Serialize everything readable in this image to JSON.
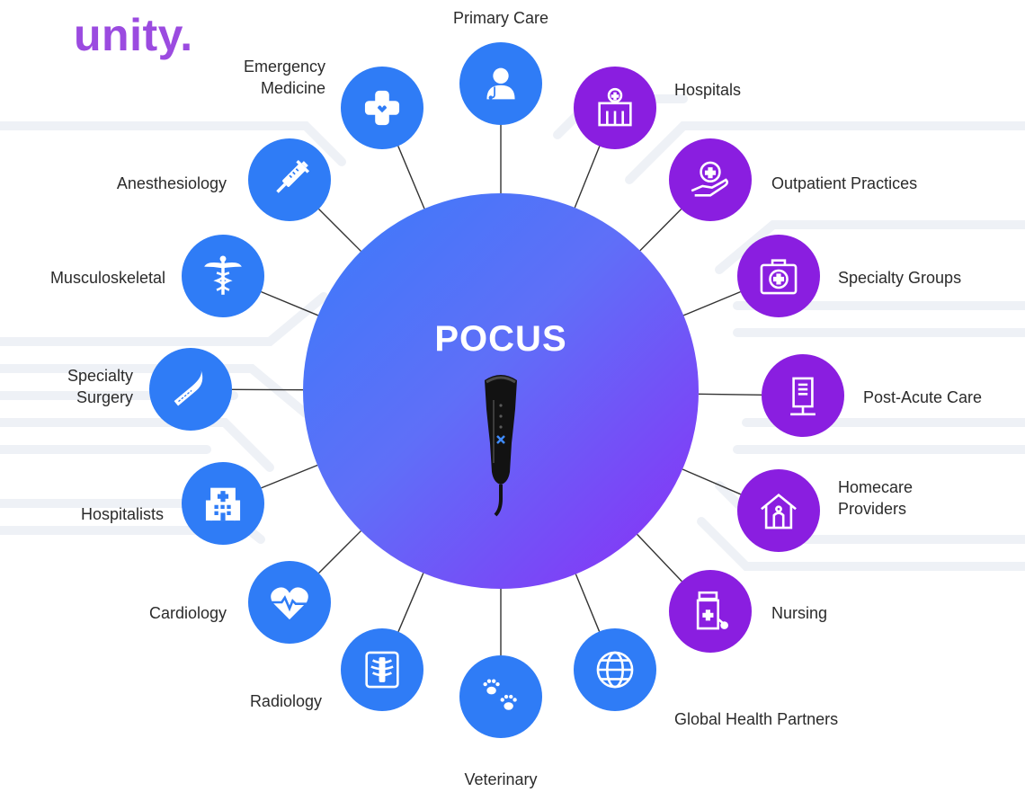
{
  "headline": "unity.",
  "hub": {
    "title": "POCUS",
    "device_icon": "ultrasound-probe-icon"
  },
  "colors": {
    "headline": "#9b4be0",
    "blue": "#2f7cf6",
    "purple": "#8a1ee0",
    "hub_gradient_start": "#3a7bfa",
    "hub_gradient_end": "#8b2ef6",
    "connector": "#333333",
    "label": "#2b2b2b"
  },
  "specialties": [
    {
      "id": "primary-care",
      "label": "Primary Care",
      "icon": "doctor-icon",
      "color": "blue"
    },
    {
      "id": "emergency-medicine",
      "label": "Emergency\nMedicine",
      "icon": "medical-cross-icon",
      "color": "blue"
    },
    {
      "id": "anesthesiology",
      "label": "Anesthesiology",
      "icon": "syringe-icon",
      "color": "blue"
    },
    {
      "id": "musculoskeletal",
      "label": "Musculoskeletal",
      "icon": "caduceus-icon",
      "color": "blue"
    },
    {
      "id": "specialty-surgery",
      "label": "Specialty\nSurgery",
      "icon": "scalpel-icon",
      "color": "blue"
    },
    {
      "id": "hospitalists",
      "label": "Hospitalists",
      "icon": "hospital-building-icon",
      "color": "blue"
    },
    {
      "id": "cardiology",
      "label": "Cardiology",
      "icon": "heart-pulse-icon",
      "color": "blue"
    },
    {
      "id": "radiology",
      "label": "Radiology",
      "icon": "xray-spine-icon",
      "color": "blue"
    },
    {
      "id": "veterinary",
      "label": "Veterinary",
      "icon": "paw-prints-icon",
      "color": "blue"
    }
  ],
  "partners": [
    {
      "id": "hospitals",
      "label": "Hospitals",
      "icon": "hospital-icon",
      "color": "purple"
    },
    {
      "id": "outpatient-practices",
      "label": "Outpatient Practices",
      "icon": "hand-cross-icon",
      "color": "purple"
    },
    {
      "id": "specialty-groups",
      "label": "Specialty Groups",
      "icon": "medical-kit-icon",
      "color": "purple"
    },
    {
      "id": "post-acute-care",
      "label": "Post-Acute Care",
      "icon": "iv-bag-icon",
      "color": "purple"
    },
    {
      "id": "homecare-providers",
      "label": "Homecare\nProviders",
      "icon": "home-icon",
      "color": "purple"
    },
    {
      "id": "nursing",
      "label": "Nursing",
      "icon": "medicine-bottle-icon",
      "color": "purple"
    },
    {
      "id": "global-health-partners",
      "label": "Global Health Partners",
      "icon": "globe-icon",
      "color": "blue"
    }
  ]
}
